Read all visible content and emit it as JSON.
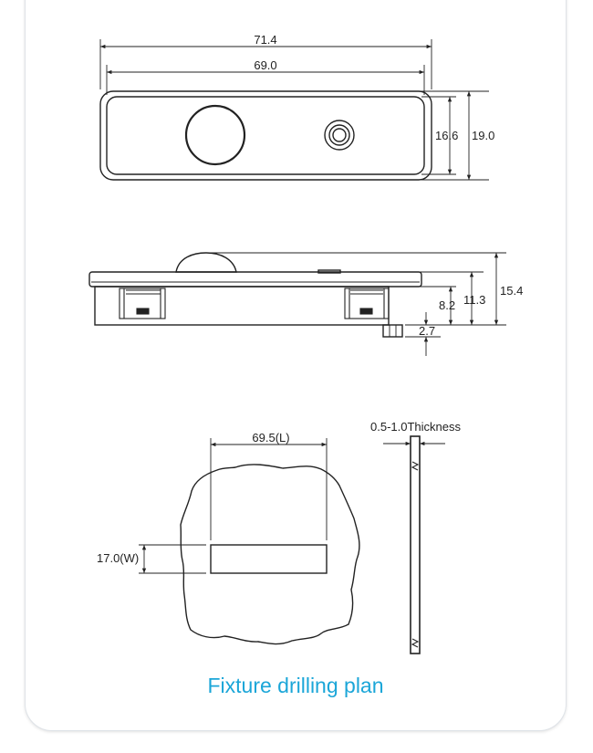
{
  "colors": {
    "line": "#222222",
    "caption": "#1ba6d8",
    "card_border": "#dfe3e8"
  },
  "top_view": {
    "width_outer": "71.4",
    "width_inner": "69.0",
    "height_inner": "16.6",
    "height_outer": "19.0"
  },
  "side_view": {
    "height_total": "15.4",
    "height_body": "11.3",
    "height_clip": "8.2",
    "height_bottom": "2.7"
  },
  "drilling": {
    "length": "69.5(L)",
    "width": "17.0(W)",
    "thickness": "0.5-1.0Thickness"
  },
  "caption": "Fixture drilling plan"
}
